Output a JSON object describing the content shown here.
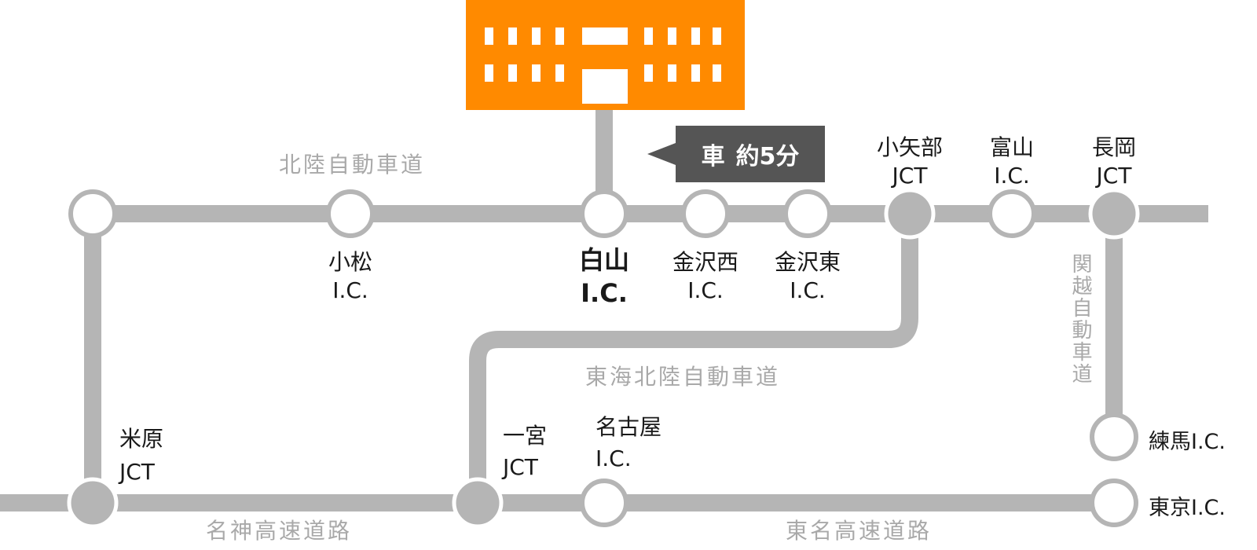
{
  "destination": {
    "icon": "building-icon",
    "color": "#ff8a00"
  },
  "callout": {
    "mode": "車",
    "time": "約5分"
  },
  "roads": {
    "hokuriku": "北陸自動車道",
    "tokai_hokuriku": "東海北陸自動車道",
    "kanetsu": "関越自動車道",
    "meishin": "名神高速道路",
    "tomei": "東名高速道路"
  },
  "nodes": {
    "komatsu": {
      "name": "小松",
      "type": "I.C."
    },
    "hakusan": {
      "name": "白山",
      "type": "I.C."
    },
    "kanazawa_nishi": {
      "name": "金沢西",
      "type": "I.C."
    },
    "kanazawa_higashi": {
      "name": "金沢東",
      "type": "I.C."
    },
    "oyabe": {
      "name": "小矢部",
      "type": "JCT"
    },
    "toyama": {
      "name": "富山",
      "type": "I.C."
    },
    "nagaoka": {
      "name": "長岡",
      "type": "JCT"
    },
    "maibara": {
      "name": "米原",
      "type": "JCT"
    },
    "ichinomiya": {
      "name": "一宮",
      "type": "JCT"
    },
    "nagoya": {
      "name": "名古屋",
      "type": "I.C."
    },
    "nerima": "練馬I.C.",
    "tokyo": "東京I.C."
  },
  "colors": {
    "road": "#b5b5b5",
    "junction": "#b5b5b5",
    "interchange": "#ffffff",
    "callout": "#555555"
  }
}
